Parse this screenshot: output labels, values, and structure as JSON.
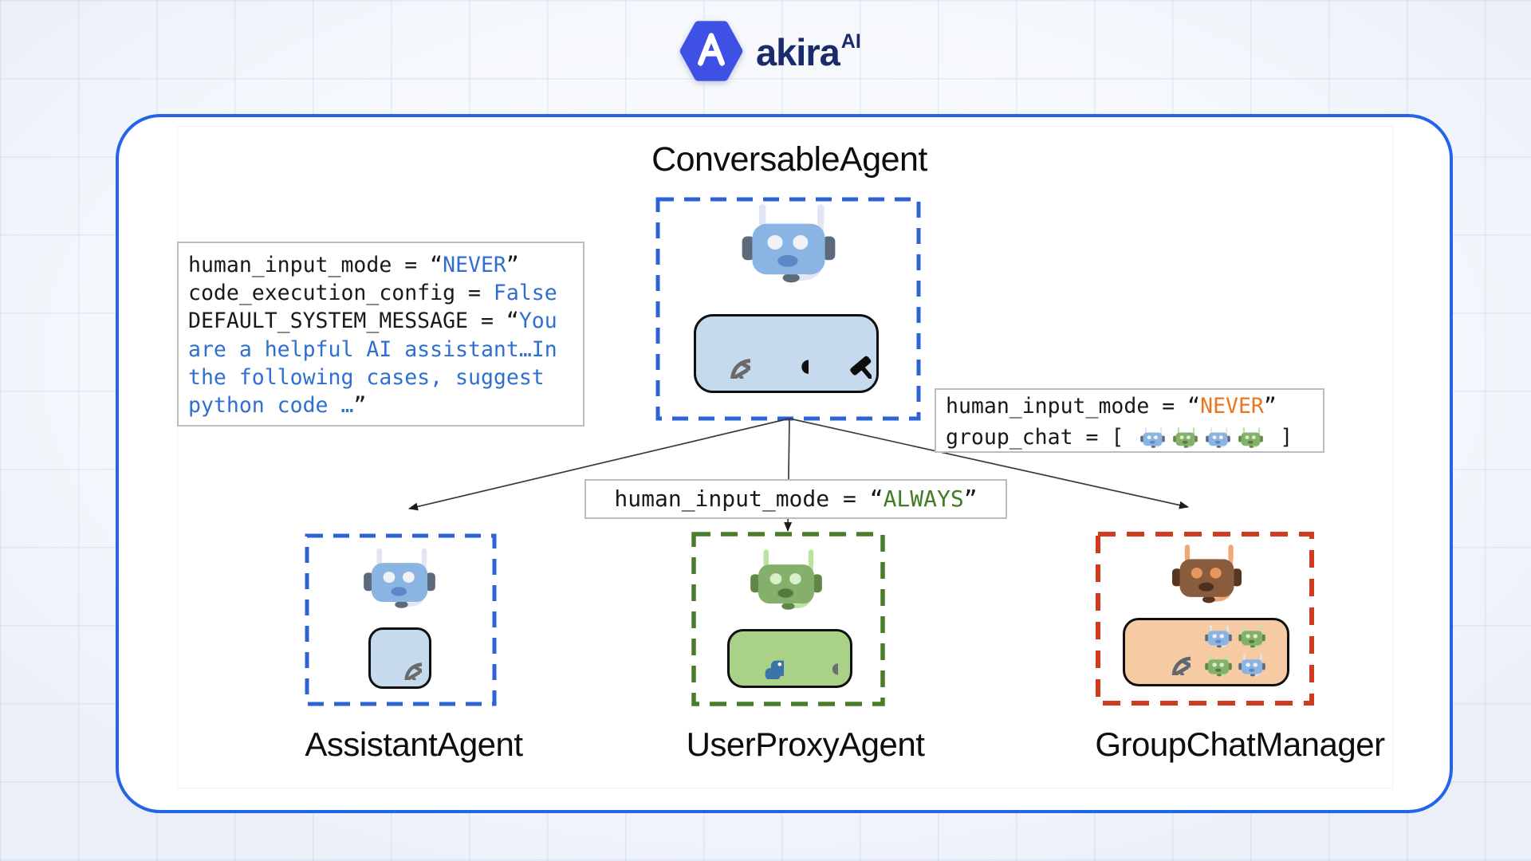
{
  "brand": {
    "logo_letter": "A",
    "name": "akira",
    "sup": "AI"
  },
  "palette": {
    "container_border": "#2563eb",
    "dashed_blue": "#2e63d6",
    "dashed_green": "#4a7d2b",
    "dashed_red": "#cf3b1e",
    "code_blue": "#2f6fd0",
    "code_green": "#3e7d23",
    "code_orange": "#e8761e",
    "brand_navy": "#1b2a6b",
    "brand_blue": "#3f51e5",
    "chip_blue": "#c6daee",
    "chip_green": "#a9d187",
    "chip_peach": "#f6caa2",
    "robot_blue": "#8ab5e3",
    "robot_green": "#85b06b",
    "robot_brown": "#8a5c3e",
    "arrow": "#3a3a3a"
  },
  "root_agent": {
    "title": "ConversableAgent",
    "robot_icon": "robot-blue-icon",
    "chip_icons": [
      "openai-logo-icon",
      "person-icon",
      "crossed-hammers-icon"
    ]
  },
  "left_config": {
    "lines": [
      {
        "segs": [
          {
            "t": "human_input_mode = "
          },
          {
            "t": "“"
          },
          {
            "t": "NEVER",
            "c": "blue"
          },
          {
            "t": "”"
          }
        ]
      },
      {
        "segs": [
          {
            "t": "code_execution_config = "
          },
          {
            "t": "False",
            "c": "blue"
          }
        ]
      },
      {
        "segs": [
          {
            "t": "DEFAULT_SYSTEM_MESSAGE = "
          },
          {
            "t": "“"
          },
          {
            "t": "You",
            "c": "blue"
          }
        ]
      },
      {
        "segs": [
          {
            "t": "are a helpful AI assistant…In",
            "c": "blue"
          }
        ]
      },
      {
        "segs": [
          {
            "t": "the following cases, suggest",
            "c": "blue"
          }
        ]
      },
      {
        "segs": [
          {
            "t": "python code …",
            "c": "blue"
          },
          {
            "t": "”"
          }
        ]
      }
    ]
  },
  "always_label": {
    "segs": [
      {
        "t": "human_input_mode = "
      },
      {
        "t": "“"
      },
      {
        "t": "ALWAYS",
        "c": "green"
      },
      {
        "t": "”"
      }
    ]
  },
  "group_config": {
    "line1": {
      "segs": [
        {
          "t": "human_input_mode = "
        },
        {
          "t": "“"
        },
        {
          "t": "NEVER",
          "c": "orange"
        },
        {
          "t": "”"
        }
      ]
    },
    "line2_prefix": "group_chat = [ ",
    "line2_suffix": " ]",
    "group_icons": [
      "robot-blue-icon",
      "robot-green-icon",
      "robot-blue-icon",
      "robot-green-icon"
    ]
  },
  "agents": [
    {
      "label": "AssistantAgent",
      "robot_icon": "robot-blue-icon",
      "chip_icons": [
        "openai-logo-icon"
      ]
    },
    {
      "label": "UserProxyAgent",
      "robot_icon": "robot-green-icon",
      "chip_icons": [
        "python-logo-icon",
        "person-icon"
      ]
    },
    {
      "label": "GroupChatManager",
      "robot_icon": "robot-brown-icon",
      "chip_icons": [
        "openai-logo-icon",
        "robot-blue-icon",
        "robot-green-icon",
        "robot-green-icon",
        "robot-blue-icon"
      ]
    }
  ]
}
